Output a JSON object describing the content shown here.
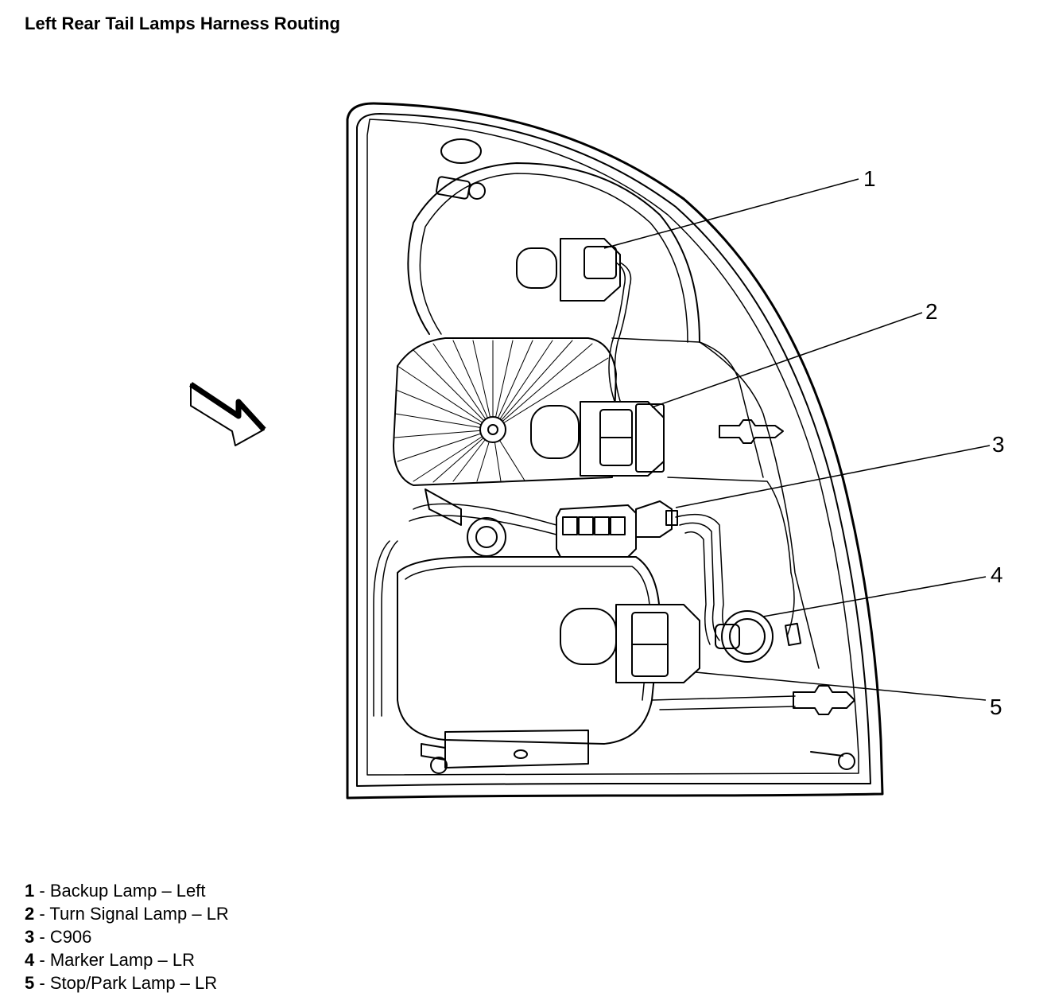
{
  "title": "Left Rear Tail Lamps Harness Routing",
  "callouts": [
    {
      "num": "1",
      "label": "Backup Lamp – Left"
    },
    {
      "num": "2",
      "label": "Turn Signal Lamp – LR"
    },
    {
      "num": "3",
      "label": "C906"
    },
    {
      "num": "4",
      "label": "Marker Lamp – LR"
    },
    {
      "num": "5",
      "label": "Stop/Park Lamp – LR"
    }
  ],
  "legend_separator": " - ",
  "colors": {
    "line": "#000000",
    "background": "#ffffff"
  },
  "icons": [
    "view-direction-arrow-icon"
  ]
}
